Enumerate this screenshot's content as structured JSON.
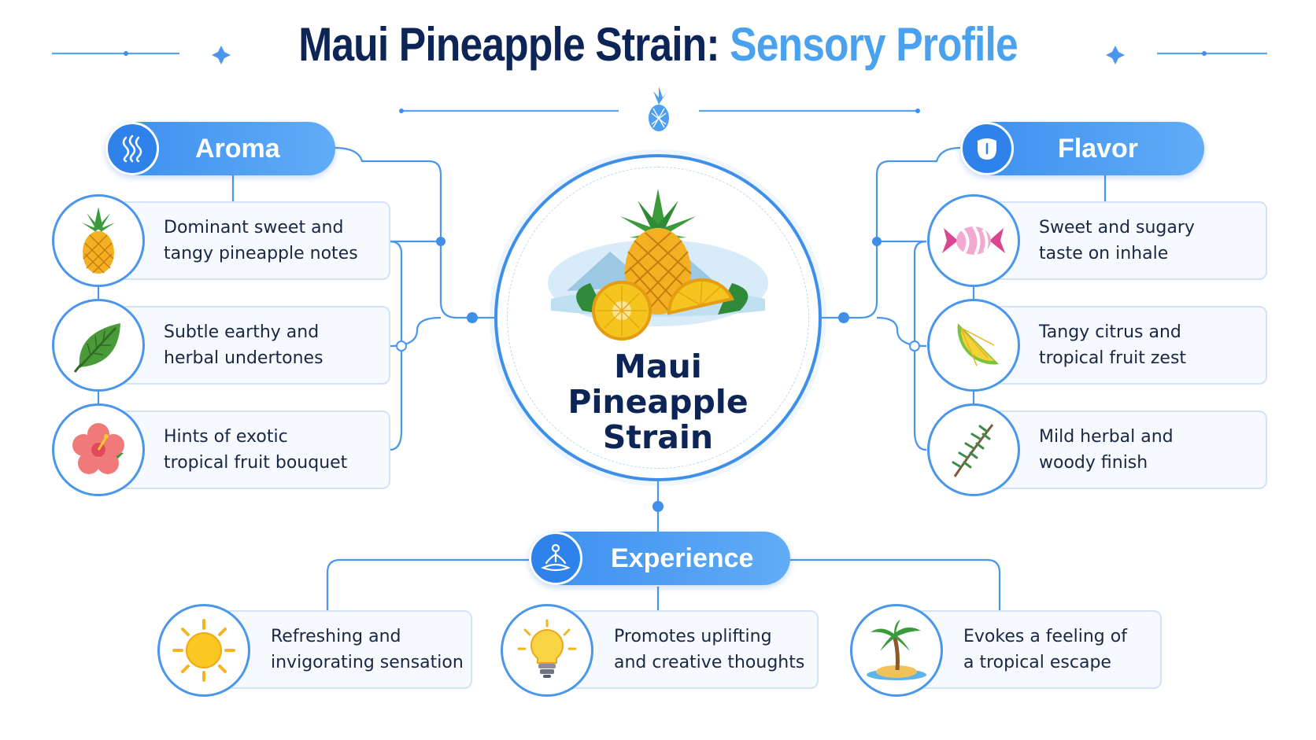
{
  "title": {
    "part1": "Maui Pineapple Strain:",
    "part2": "Sensory Profile"
  },
  "center": {
    "line1": "Maui",
    "line2": "Pineapple",
    "line3": "Strain"
  },
  "aroma": {
    "label": "Aroma",
    "icon": "wavy-lines-icon",
    "items": [
      {
        "line1": "Dominant sweet and",
        "line2": "tangy pineapple notes",
        "icon": "pineapple-icon"
      },
      {
        "line1": "Subtle earthy and",
        "line2": "herbal undertones",
        "icon": "leaf-icon"
      },
      {
        "line1": "Hints of exotic",
        "line2": "tropical fruit bouquet",
        "icon": "hibiscus-icon"
      }
    ]
  },
  "flavor": {
    "label": "Flavor",
    "icon": "tongue-icon",
    "items": [
      {
        "line1": "Sweet and sugary",
        "line2": "taste on inhale",
        "icon": "candy-icon"
      },
      {
        "line1": "Tangy citrus and",
        "line2": "tropical fruit zest",
        "icon": "citrus-icon"
      },
      {
        "line1": "Mild herbal and",
        "line2": "woody finish",
        "icon": "herb-sprig-icon"
      }
    ]
  },
  "experience": {
    "label": "Experience",
    "icon": "meditation-icon",
    "items": [
      {
        "line1": "Refreshing and",
        "line2": "invigorating sensation",
        "icon": "sun-icon"
      },
      {
        "line1": "Promotes uplifting",
        "line2": "and creative thoughts",
        "icon": "light-bulb-icon"
      },
      {
        "line1": "Evokes a feeling of",
        "line2": "a tropical escape",
        "icon": "palm-island-icon"
      }
    ]
  },
  "colors": {
    "navy": "#0d2456",
    "accent": "#4aa2ee",
    "line": "#4a96ec",
    "card_bg": "#f6f9fe",
    "card_border": "#d3e3f6"
  }
}
